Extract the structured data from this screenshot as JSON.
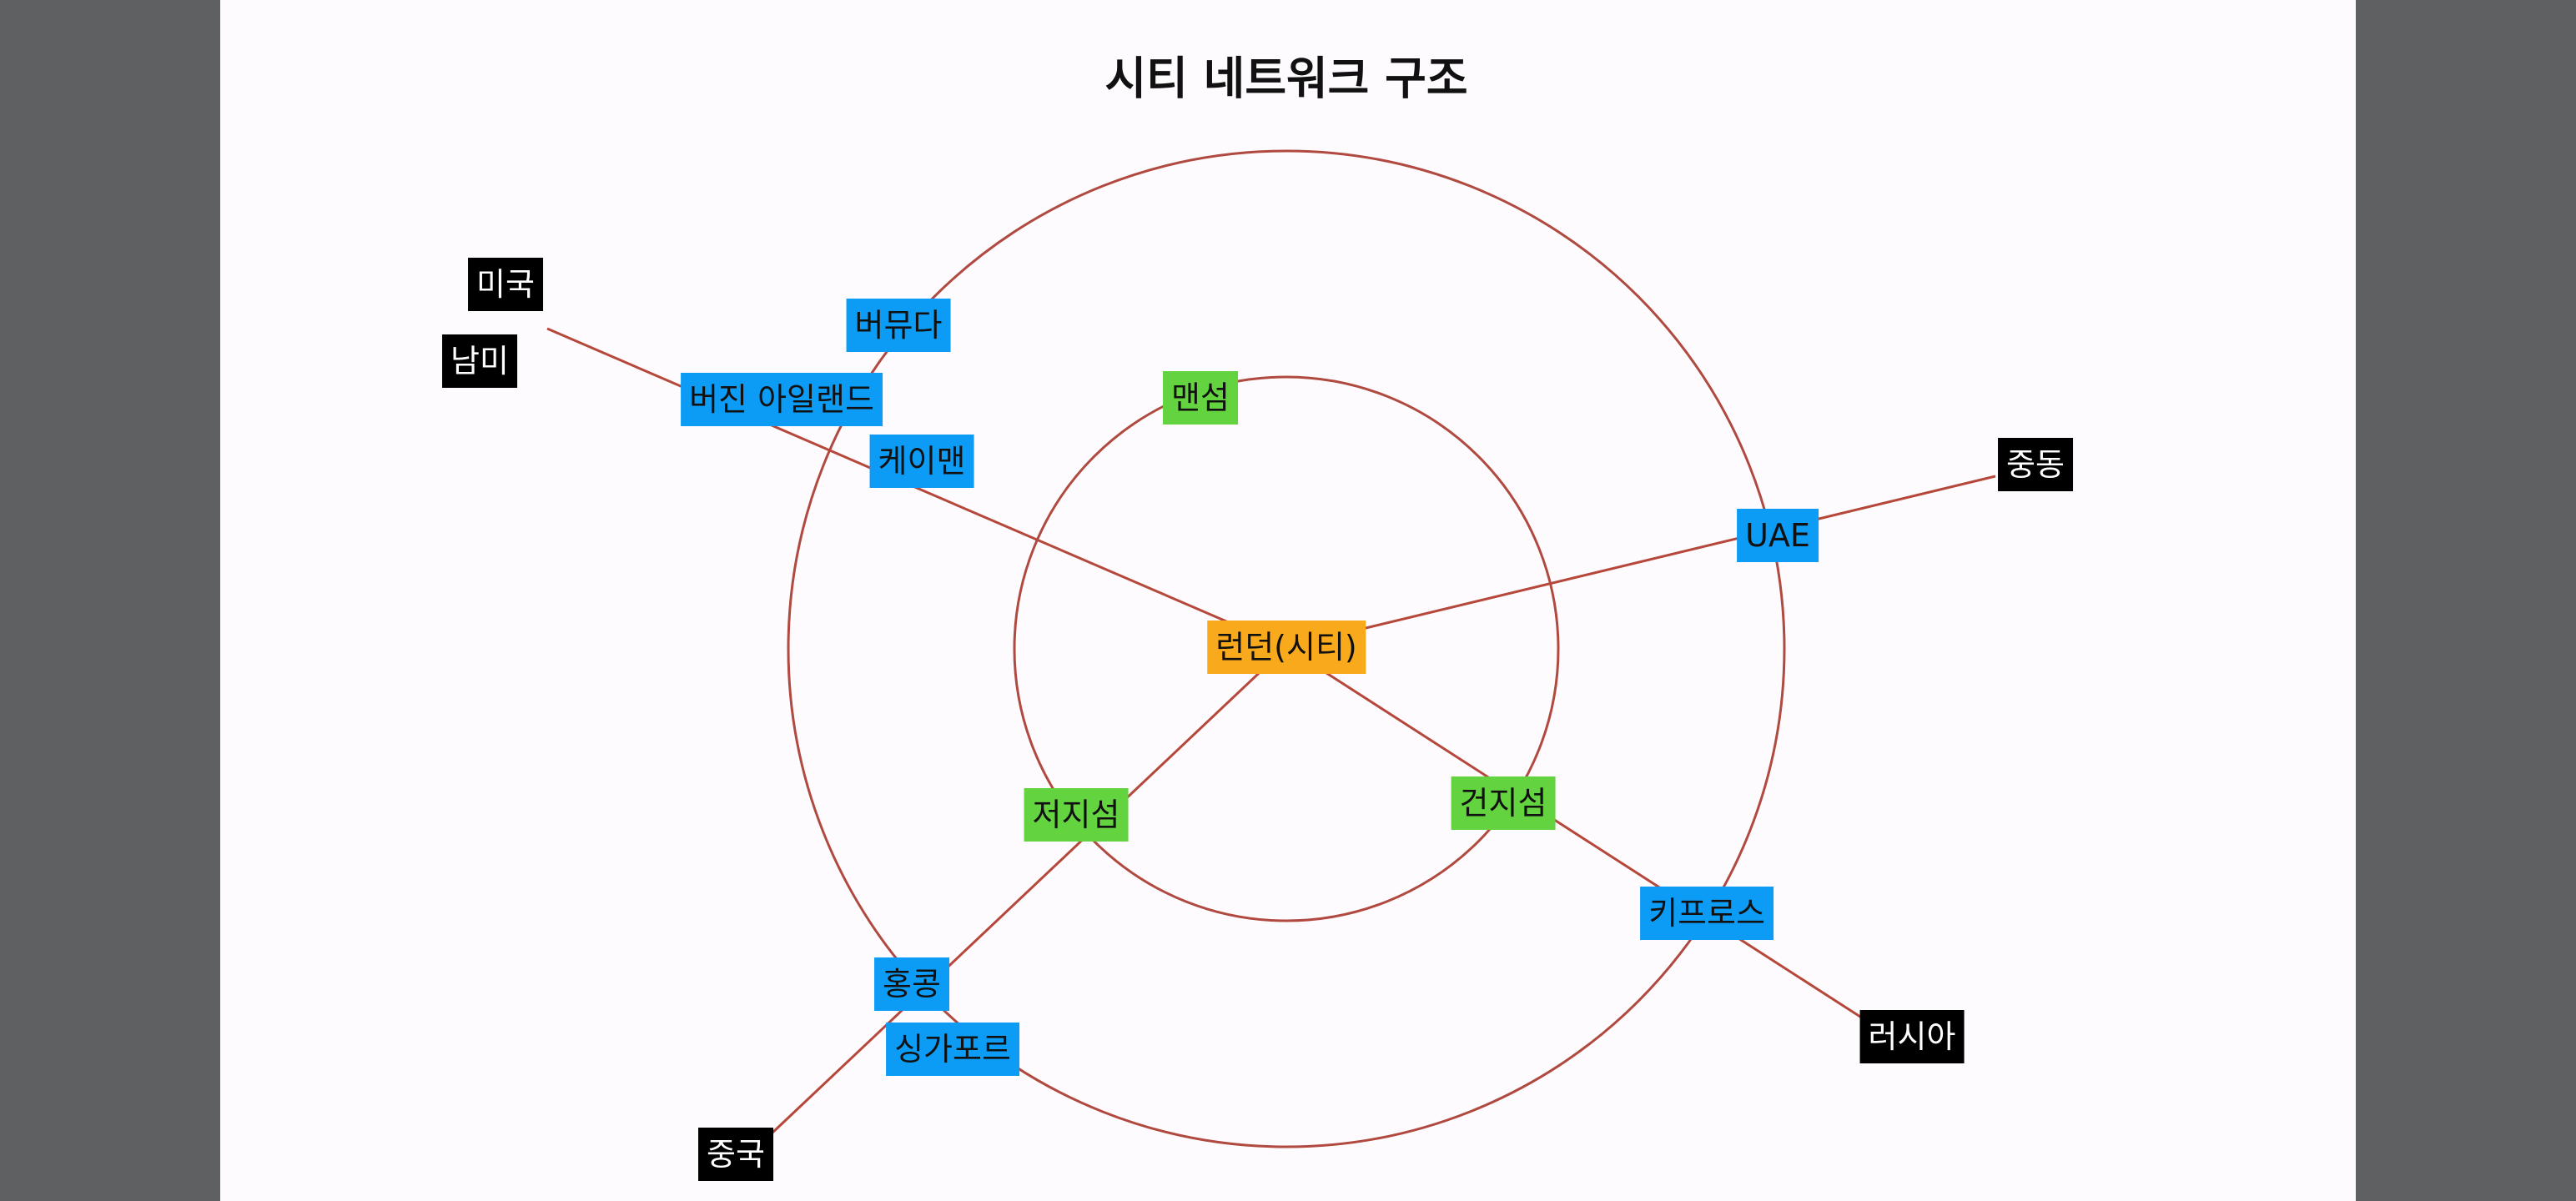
{
  "title": "시티 네트워크 구조",
  "colors": {
    "center": "#f9a91c",
    "inner_ring": "#63d340",
    "outer_ring": "#0d9cf5",
    "external": "#000000",
    "edges": "#b5473b"
  },
  "nodes": {
    "center": "런던(시티)",
    "inner": [
      "맨섬",
      "저지섬",
      "건지섬"
    ],
    "outer": [
      "버뮤다",
      "버진 아일랜드",
      "케이맨",
      "UAE",
      "키프로스",
      "홍콩",
      "싱가포르"
    ],
    "external": [
      "미국",
      "남미",
      "중동",
      "러시아",
      "중국"
    ]
  }
}
